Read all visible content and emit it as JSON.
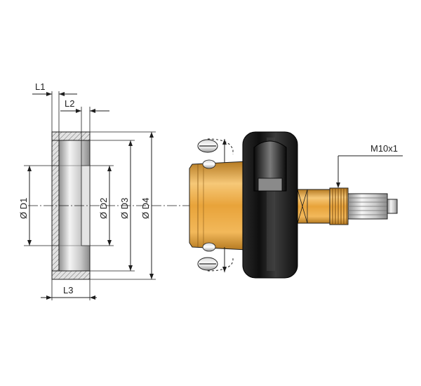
{
  "labels": {
    "l1": "L1",
    "l2": "L2",
    "l3": "L3",
    "d1": "Ø D1",
    "d2": "Ø D2",
    "d3": "Ø D3",
    "d4": "Ø D4",
    "thread": "M10x1"
  },
  "colors": {
    "brass": "#e8a33a",
    "brass_light": "#f6c878",
    "brass_dark": "#b57a22",
    "black_body": "#161616",
    "steel_light": "#f2f2f2",
    "steel_dark": "#8d8d8d",
    "hatch_fill": "#d9d9d9"
  }
}
